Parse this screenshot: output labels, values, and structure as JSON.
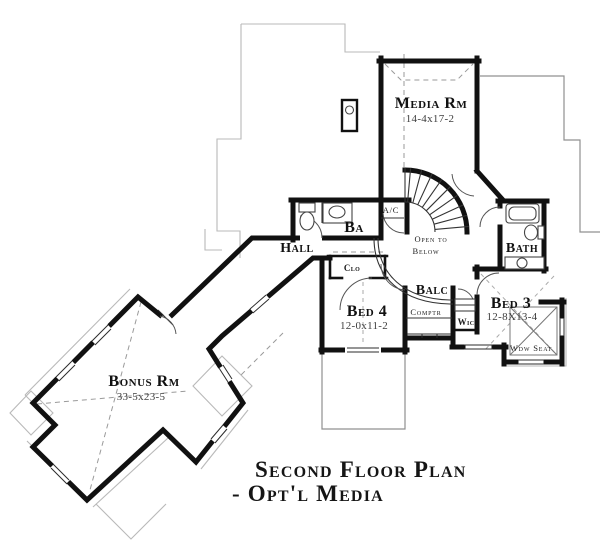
{
  "plan": {
    "title_line1": "Second Floor Plan",
    "title_line2": "- Opt'l Media"
  },
  "rooms": {
    "media": {
      "name": "Media Rm",
      "dim": "14-4x17-2"
    },
    "bonus": {
      "name": "Bonus Rm",
      "dim": "33-5x23-5"
    },
    "bed4": {
      "name": "Bed 4",
      "dim": "12-0x11-2"
    },
    "bed3": {
      "name": "Bed 3",
      "dim": "12-8X13-4"
    },
    "bath": {
      "name": "Bath"
    },
    "ba": {
      "name": "Ba"
    },
    "balc": {
      "name": "Balc"
    },
    "hall": {
      "name": "Hall"
    },
    "clo": {
      "name": "Clo"
    },
    "wic": {
      "name": "Wic"
    },
    "ac": {
      "name": "A/C"
    },
    "comptr": {
      "name": "Comptr"
    },
    "wdw_seat": {
      "name": "Wdw Seat"
    },
    "open_below_line1": "Open to",
    "open_below_line2": "Below"
  },
  "colors": {
    "wall": "#111111",
    "outline": "#b9b9b9",
    "roof": "#909090",
    "dash": "#9a9a9a",
    "text": "#111111",
    "dim": "#3d3d3d",
    "bg": "#ffffff"
  }
}
